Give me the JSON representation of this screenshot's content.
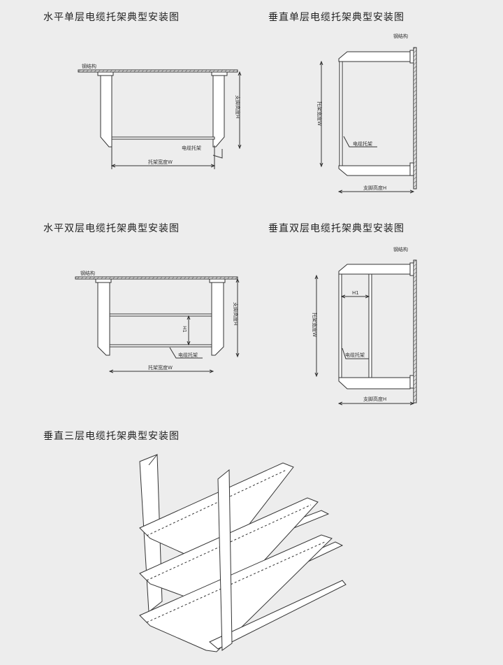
{
  "titles": {
    "h_single": "水平单层电缆托架典型安装图",
    "v_single": "垂直单层电缆托架典型安装图",
    "h_double": "水平双层电缆托架典型安装图",
    "v_double": "垂直双层电缆托架典型安装图",
    "v_triple": "垂直三层电缆托架典型安装图"
  },
  "labels": {
    "steel": "钢结构",
    "tray": "电缆托架",
    "width": "托架宽度W",
    "height": "支脚高度H",
    "h1": "H1"
  }
}
